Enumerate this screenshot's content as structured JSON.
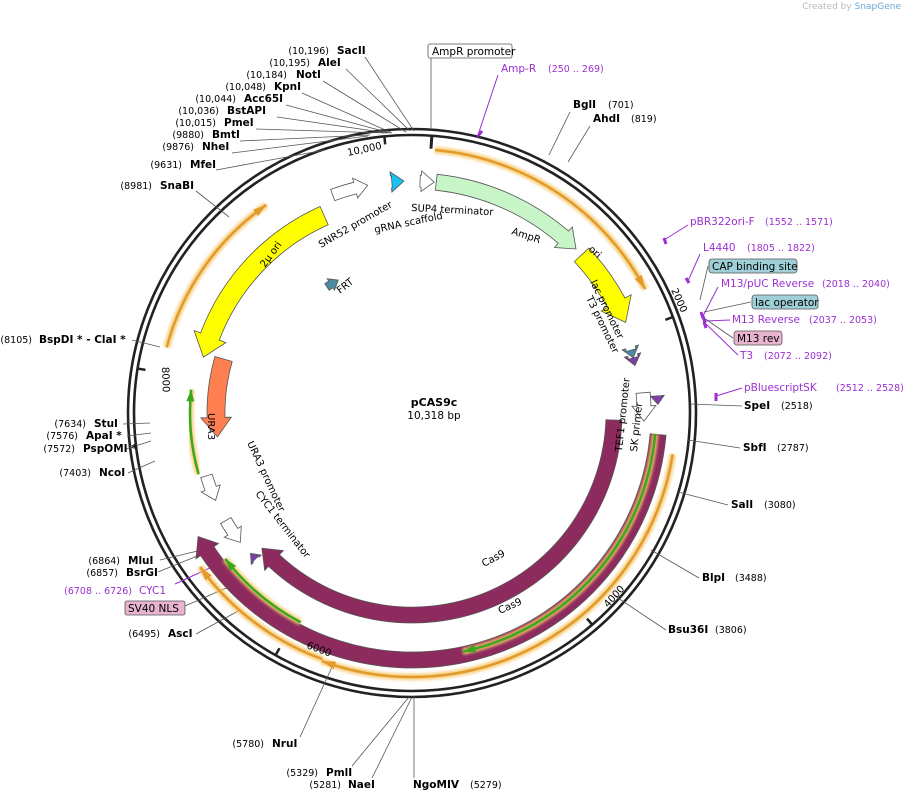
{
  "credit": {
    "prefix": "Created by",
    "brand": "SnapGene"
  },
  "plasmid": {
    "name": "pCAS9c",
    "size_label": "10,318 bp"
  },
  "ticks": [
    "10,000",
    "2000",
    "4000",
    "6000",
    "8000"
  ],
  "sites": [
    {
      "name": "SacII",
      "pos": "(10,196)"
    },
    {
      "name": "AleI",
      "pos": "(10,195)"
    },
    {
      "name": "NotI",
      "pos": "(10,184)"
    },
    {
      "name": "KpnI",
      "pos": "(10,048)"
    },
    {
      "name": "Acc65I",
      "pos": "(10,044)"
    },
    {
      "name": "BstAPI",
      "pos": "(10,036)"
    },
    {
      "name": "PmeI",
      "pos": "(10,015)"
    },
    {
      "name": "BmtI",
      "pos": "(9880)"
    },
    {
      "name": "NheI",
      "pos": "(9876)"
    },
    {
      "name": "MfeI",
      "pos": "(9631)"
    },
    {
      "name": "SnaBI",
      "pos": "(8981)"
    },
    {
      "name": "BglI",
      "pos": "(701)"
    },
    {
      "name": "AhdI",
      "pos": "(819)"
    },
    {
      "name": "SpeI",
      "pos": "(2518)"
    },
    {
      "name": "SbfI",
      "pos": "(2787)"
    },
    {
      "name": "SalI",
      "pos": "(3080)"
    },
    {
      "name": "BlpI",
      "pos": "(3488)"
    },
    {
      "name": "Bsu36I",
      "pos": "(3806)"
    },
    {
      "name": "NgoMIV",
      "pos": "(5279)"
    },
    {
      "name": "NaeI",
      "pos": "(5281)"
    },
    {
      "name": "PmlI",
      "pos": "(5329)"
    },
    {
      "name": "NruI",
      "pos": "(5780)"
    },
    {
      "name": "AscI",
      "pos": "(6495)"
    },
    {
      "name": "BsrGI",
      "pos": "(6857)"
    },
    {
      "name": "MluI",
      "pos": "(6864)"
    },
    {
      "name": "NcoI",
      "pos": "(7403)"
    },
    {
      "name": "PspOMI *",
      "pos": "(7572)"
    },
    {
      "name": "ApaI *",
      "pos": "(7576)"
    },
    {
      "name": "StuI",
      "pos": "(7634)"
    },
    {
      "name": "BspDI * - ClaI *",
      "pos": "(8105)"
    }
  ],
  "primers": [
    {
      "name": "Amp-R",
      "pos": "(250 .. 269)"
    },
    {
      "name": "pBR322ori-F",
      "pos": "(1552 .. 1571)"
    },
    {
      "name": "L4440",
      "pos": "(1805 .. 1822)"
    },
    {
      "name": "M13/pUC Reverse",
      "pos": "(2018 .. 2040)"
    },
    {
      "name": "M13 Reverse",
      "pos": "(2037 .. 2053)"
    },
    {
      "name": "T3",
      "pos": "(2072 .. 2092)"
    },
    {
      "name": "pBluescriptSK",
      "pos": "(2512 .. 2528)"
    },
    {
      "name": "CYC1",
      "pos": "(6708 .. 6726)"
    }
  ],
  "boxes": {
    "ampr_promoter": "AmpR promoter",
    "cap_binding": "CAP binding site",
    "lac_operator": "lac operator",
    "m13_rev": "M13 rev",
    "sv40_nls": "SV40 NLS"
  },
  "features": {
    "ampr": "AmpR",
    "ori": "ori",
    "two_micron": "2μ ori",
    "ura3": "URA3",
    "cas9_outer": "Cas9",
    "cas9_inner": "Cas9",
    "snr52": "SNR52 promoter",
    "grna": "gRNA scaffold",
    "sup4": "SUP4 terminator",
    "frt": "FRT",
    "lac_promoter": "lac promoter",
    "t3_promoter": "T3 promoter",
    "tef1": "TEF1 promoter",
    "sk_primer": "SK primer",
    "ura3_promoter": "URA3 promoter",
    "cyc1_term": "CYC1 terminator"
  },
  "colors": {
    "ampr": "#c8f5c8",
    "ori": "#ffff00",
    "cas9": "#8e2b5e",
    "ura3": "#ff7f50",
    "orf_green": "#3aa81d",
    "orf_orange": "#e29a2c",
    "grna": "#19c1f0",
    "frt": "#4b8aa3",
    "primer": "#9b2fd1",
    "box_blue": "#9fd0d8",
    "box_pink": "#e8b3cf"
  }
}
